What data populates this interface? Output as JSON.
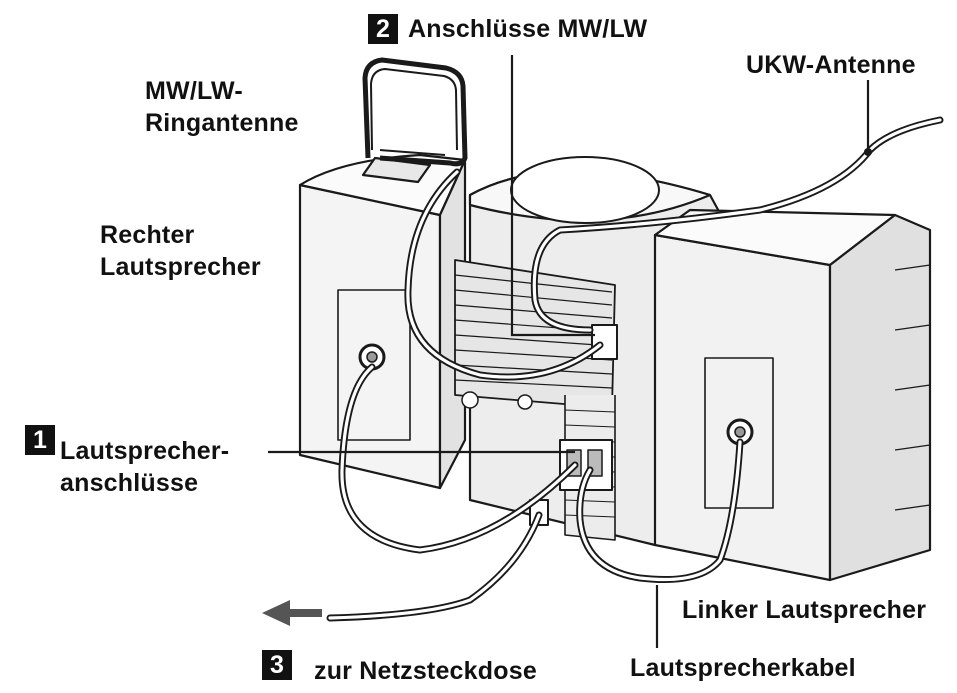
{
  "labels": {
    "anschluesse_mwlw": "Anschlüsse MW/LW",
    "ukw_antenne": "UKW-Antenne",
    "mwlw_ringantenne_line1": "MW/LW-",
    "mwlw_ringantenne_line2": "Ringantenne",
    "rechter_lautsprecher_line1": "Rechter",
    "rechter_lautsprecher_line2": "Lautsprecher",
    "lautsprecheranschluesse_line1": "Lautsprecher-",
    "lautsprecheranschluesse_line2": "anschlüsse",
    "linker_lautsprecher": "Linker Lautsprecher",
    "zur_netzsteckdose": "zur Netzsteckdose",
    "lautsprecherkabel": "Lautsprecherkabel"
  },
  "steps": {
    "step1": "1",
    "step2": "2",
    "step3": "3"
  }
}
